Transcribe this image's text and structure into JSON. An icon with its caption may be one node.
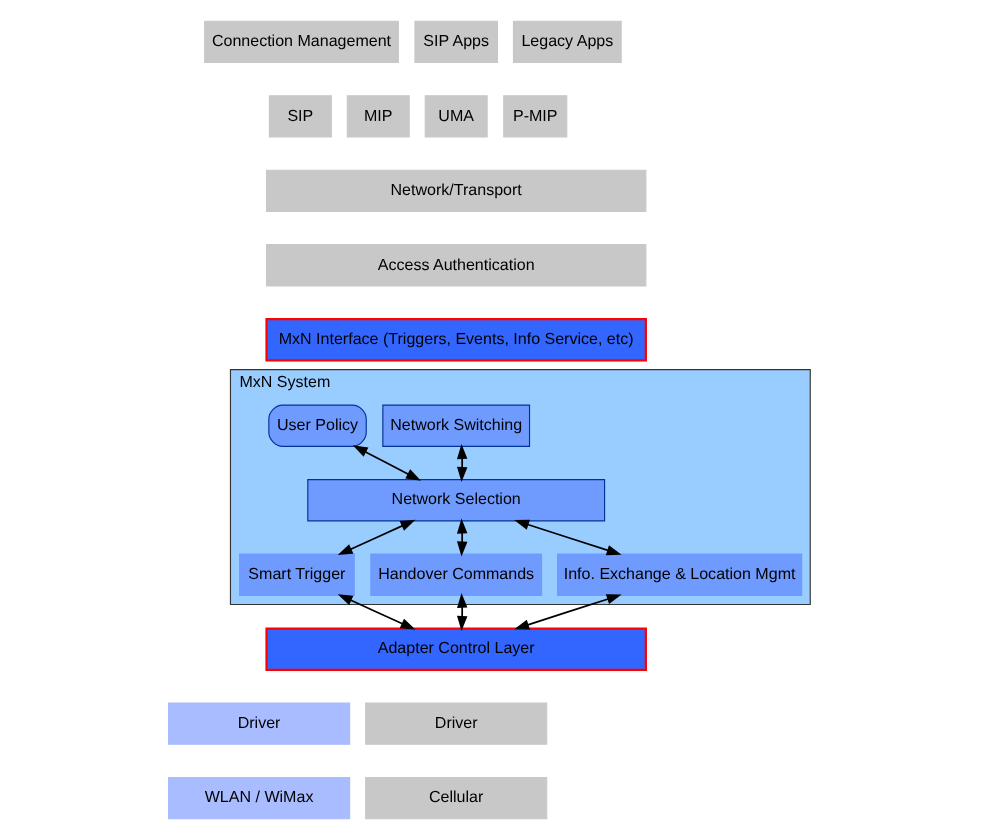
{
  "diagram": {
    "nodes": [
      {
        "text": [
          "Connection Management"
        ]
      },
      {
        "text": [
          "SIP Apps"
        ]
      },
      {
        "text": [
          "Legacy Apps"
        ]
      },
      {
        "text": [
          "SIP"
        ]
      },
      {
        "text": [
          "MIP"
        ]
      },
      {
        "text": [
          "UMA"
        ]
      },
      {
        "text": [
          "P-MIP"
        ]
      },
      {
        "text": [
          "Network/Transport"
        ]
      },
      {
        "text": [
          "Access Authentication"
        ]
      },
      {
        "text": [
          "MxN Interface (Triggers, Events, Info Service, etc)"
        ]
      },
      {
        "text": [
          "MxN System"
        ]
      },
      {
        "text": [
          "User Policy"
        ],
        "in": 10
      },
      {
        "text": [
          "Network Switching"
        ],
        "in": 10
      },
      {
        "text": [
          "Network Selection"
        ],
        "in": 10
      },
      {
        "text": [
          "Smart Trigger"
        ],
        "in": 10
      },
      {
        "text": [
          "Handover Commands"
        ],
        "in": 10
      },
      {
        "text": [
          "Info. Exchange & Location Mgmt"
        ],
        "in": 10
      },
      {
        "text": [
          "Adapter Control Layer"
        ]
      },
      {
        "text": [
          "Driver"
        ]
      },
      {
        "text": [
          "Driver"
        ]
      },
      {
        "text": [
          "WLAN / WiMax"
        ]
      },
      {
        "text": [
          "Cellular"
        ]
      }
    ],
    "edges": [
      {
        "from": 11,
        "to": 13,
        "arrow": "both"
      },
      {
        "from": 12,
        "to": 13,
        "arrow": "both"
      },
      {
        "from": 13,
        "to": 14,
        "arrow": "both"
      },
      {
        "from": 13,
        "to": 15,
        "arrow": "both"
      },
      {
        "from": 13,
        "to": 16,
        "arrow": "both"
      },
      {
        "from": 14,
        "to": 17,
        "arrow": "both"
      },
      {
        "from": 15,
        "to": 17,
        "arrow": "both"
      },
      {
        "from": 16,
        "to": 17,
        "arrow": "both"
      }
    ]
  }
}
